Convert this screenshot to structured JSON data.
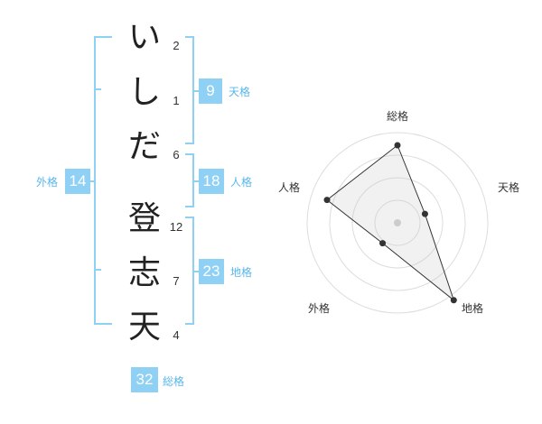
{
  "name": {
    "chars": [
      {
        "char": "い",
        "strokes": "2"
      },
      {
        "char": "し",
        "strokes": "1"
      },
      {
        "char": "だ",
        "strokes": "6"
      },
      {
        "char": "登",
        "strokes": "12"
      },
      {
        "char": "志",
        "strokes": "7"
      },
      {
        "char": "天",
        "strokes": "4"
      }
    ]
  },
  "kaku": {
    "tenkaku": {
      "value": "9",
      "label": "天格"
    },
    "jinkaku": {
      "value": "18",
      "label": "人格"
    },
    "chikaku": {
      "value": "23",
      "label": "地格"
    },
    "gaikaku": {
      "value": "14",
      "label": "外格"
    },
    "soukaku": {
      "value": "32",
      "label": "総格"
    }
  },
  "chart_data": {
    "type": "radar",
    "axes": [
      "総格",
      "天格",
      "地格",
      "外格",
      "人格"
    ],
    "values": [
      0.86,
      0.32,
      1.06,
      0.28,
      0.82
    ],
    "rings": 4
  }
}
